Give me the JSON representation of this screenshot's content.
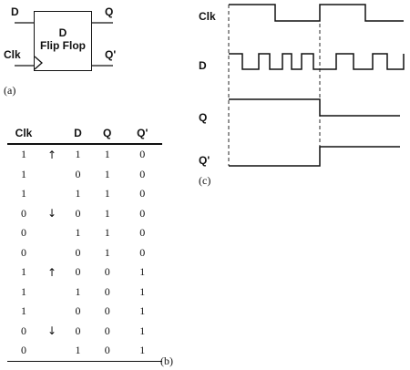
{
  "flipflop": {
    "title_line1": "D",
    "title_line2": "Flip Flop",
    "pin_d": "D",
    "pin_clk": "Clk",
    "pin_q": "Q",
    "pin_qbar": "Q'"
  },
  "captions": {
    "a": "(a)",
    "b": "(b)",
    "c": "(c)"
  },
  "truth_table": {
    "headers": [
      "Clk",
      "",
      "D",
      "Q",
      "Q'"
    ],
    "rows": [
      [
        "1",
        "↑",
        "1",
        "1",
        "0"
      ],
      [
        "1",
        "",
        "0",
        "1",
        "0"
      ],
      [
        "1",
        "",
        "1",
        "1",
        "0"
      ],
      [
        "0",
        "↓",
        "0",
        "1",
        "0"
      ],
      [
        "0",
        "",
        "1",
        "1",
        "0"
      ],
      [
        "0",
        "",
        "0",
        "1",
        "0"
      ],
      [
        "1",
        "↑",
        "0",
        "0",
        "1"
      ],
      [
        "1",
        "",
        "1",
        "0",
        "1"
      ],
      [
        "1",
        "",
        "0",
        "0",
        "1"
      ],
      [
        "0",
        "↓",
        "0",
        "0",
        "1"
      ],
      [
        "0",
        "",
        "1",
        "0",
        "1"
      ]
    ]
  },
  "waveforms": {
    "labels": {
      "clk": "Clk",
      "d": "D",
      "q": "Q",
      "qbar": "Q'"
    }
  }
}
